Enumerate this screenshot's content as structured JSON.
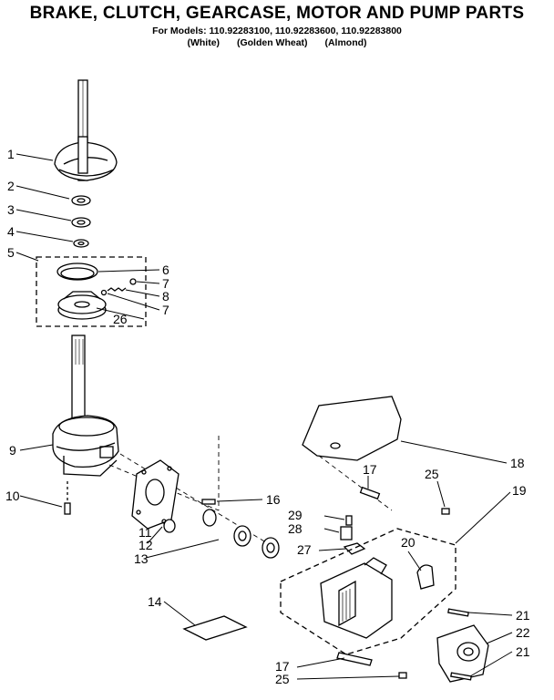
{
  "header": {
    "title": "BRAKE, CLUTCH, GEARCASE, MOTOR AND PUMP PARTS",
    "models_line": "For Models: 110.92283100, 110.92283600, 110.92283800",
    "colors": [
      "(White)",
      "(Golden Wheat)",
      "(Almond)"
    ]
  },
  "callouts": [
    "1",
    "2",
    "3",
    "4",
    "5",
    "6",
    "7",
    "8",
    "7",
    "26",
    "9",
    "10",
    "11",
    "12",
    "13",
    "14",
    "16",
    "17",
    "25",
    "29",
    "28",
    "27",
    "18",
    "19",
    "20",
    "21",
    "22",
    "21",
    "17",
    "25"
  ]
}
